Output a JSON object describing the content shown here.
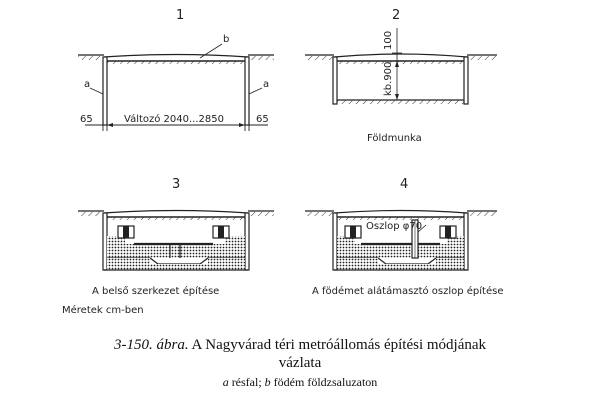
{
  "panels": [
    {
      "number": "1",
      "labels": {
        "b": "b",
        "a_left": "a",
        "a_right": "a",
        "dim_left": "65",
        "dim_center": "Változó 2040...2850",
        "dim_right": "65"
      }
    },
    {
      "number": "2",
      "labels": {
        "dim_top": "100",
        "dim_height": "kb.900"
      },
      "caption": "Földmunka"
    },
    {
      "number": "3",
      "caption_line1": "A belső szerkezet építése",
      "caption_line2": "Méretek cm-ben"
    },
    {
      "number": "4",
      "labels": {
        "column": "Oszlop φ70"
      },
      "caption": "A födémet alátámasztó oszlop építése"
    }
  ],
  "figure_caption": {
    "number": "3-150.",
    "word": "ábra.",
    "title_line1": "A Nagyvárad téri metróállomás építési módjának",
    "title_line2": "vázlata"
  },
  "legend": {
    "a_letter": "a",
    "a_text": "résfal;",
    "b_letter": "b",
    "b_text": "födém földzsaluzaton"
  }
}
